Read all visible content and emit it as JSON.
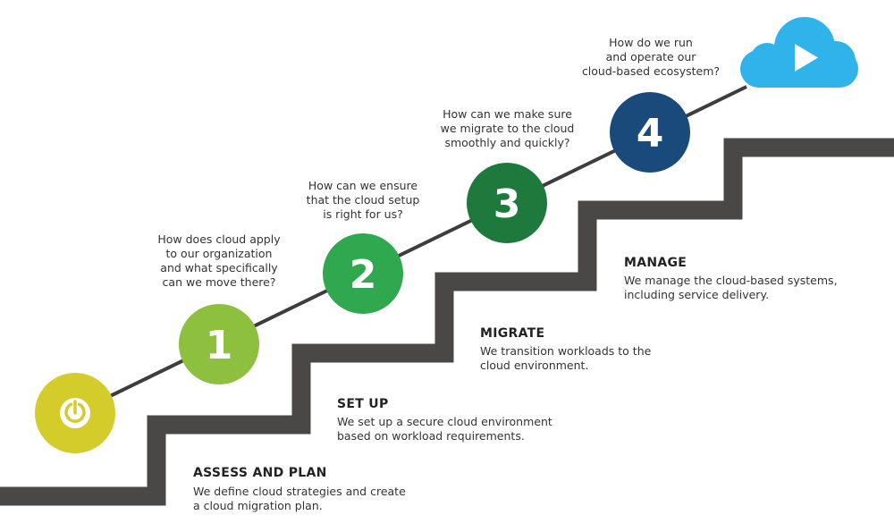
{
  "questions": [
    "How does cloud apply\nto our organization\nand what specifically\ncan we move there?",
    "How can we ensure\nthat the cloud setup\nis right for us?",
    "How can we make sure\nwe migrate to the cloud\nsmoothly and quickly?",
    "How do we run\nand operate our\ncloud-based ecosystem?"
  ],
  "step_numbers": [
    "1",
    "2",
    "3",
    "4"
  ],
  "stages": [
    {
      "title": "ASSESS AND PLAN",
      "description": "We define cloud strategies and create\na cloud migration plan."
    },
    {
      "title": "SET UP",
      "description": "We set up a secure cloud environment\nbased on workload requirements."
    },
    {
      "title": "MIGRATE",
      "description": "We transition workloads to the\ncloud environment."
    },
    {
      "title": "MANAGE",
      "description": "We manage the cloud-based systems,\nincluding service delivery."
    }
  ],
  "icons": {
    "start": "power-icon",
    "end": "cloud-play-icon"
  },
  "colors": {
    "start": "#D4CC2A",
    "step1": "#8DC03F",
    "step2": "#2FA84F",
    "step3": "#1E7A3C",
    "step4": "#1A4A7C",
    "cloud": "#2FB3EA",
    "stairs": "#4A4846",
    "path": "#3D3D3D"
  }
}
